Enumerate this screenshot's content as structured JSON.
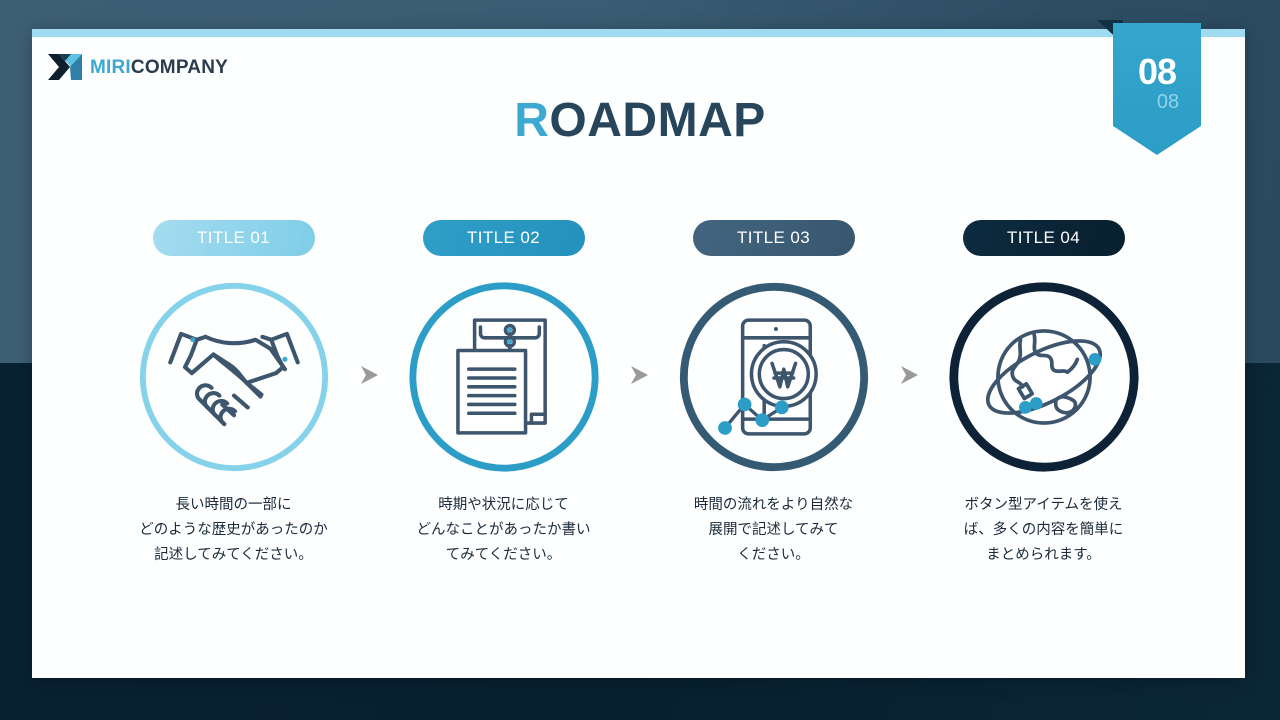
{
  "brand": {
    "logo_icon": "x-logo-mark",
    "name_part1": "MIRI",
    "name_part2": "COMPANY"
  },
  "header": {
    "title_accent": "R",
    "title_rest": "OADMAP",
    "title_full": "ROADMAP"
  },
  "page_badge": {
    "number": "08",
    "sub_number": "08"
  },
  "colors": {
    "accent_light": "#9fdcf2",
    "accent": "#3da8d0",
    "dark_navy": "#0a2234",
    "slate": "#3d5f74",
    "text_dark": "#1b2a3a",
    "ribbon": "#2b9dc6",
    "arrow_gray": "#9a9a9a"
  },
  "steps": [
    {
      "label": "TITLE 01",
      "icon": "handshake-icon",
      "ring_color": "#86d2ea",
      "desc_lines": [
        "長い時間の一部に",
        "どのような歴史があったのか",
        "記述してみてください。"
      ],
      "desc": "長い時間の一部に\nどのような歴史があったのか\n記述してみてください。"
    },
    {
      "label": "TITLE 02",
      "icon": "document-envelope-icon",
      "ring_color": "#2b9dc6",
      "desc_lines": [
        "時期や状況に応じて",
        "どんなことがあったか書い",
        "てみてください。"
      ],
      "desc": "時期や状況に応じて\nどんなことがあったか書い\nてみてください。"
    },
    {
      "label": "TITLE 03",
      "icon": "mobile-currency-chart-icon",
      "ring_color": "#355a74",
      "desc_lines": [
        "時間の流れをより自然な",
        "展開で記述してみて",
        "ください。"
      ],
      "desc": "時間の流れをより自然な\n展開で記述してみて\nください。"
    },
    {
      "label": "TITLE 04",
      "icon": "globe-orbit-icon",
      "ring_color": "#0d2237",
      "desc_lines": [
        "ボタン型アイテムを使え",
        "ば、多くの内容を簡単に",
        "まとめられます。"
      ],
      "desc": "ボタン型アイテムを使え\nば、多くの内容を簡単に\nまとめられます。"
    }
  ],
  "separators": {
    "icon": "chevron-right-icon",
    "count": 3
  }
}
